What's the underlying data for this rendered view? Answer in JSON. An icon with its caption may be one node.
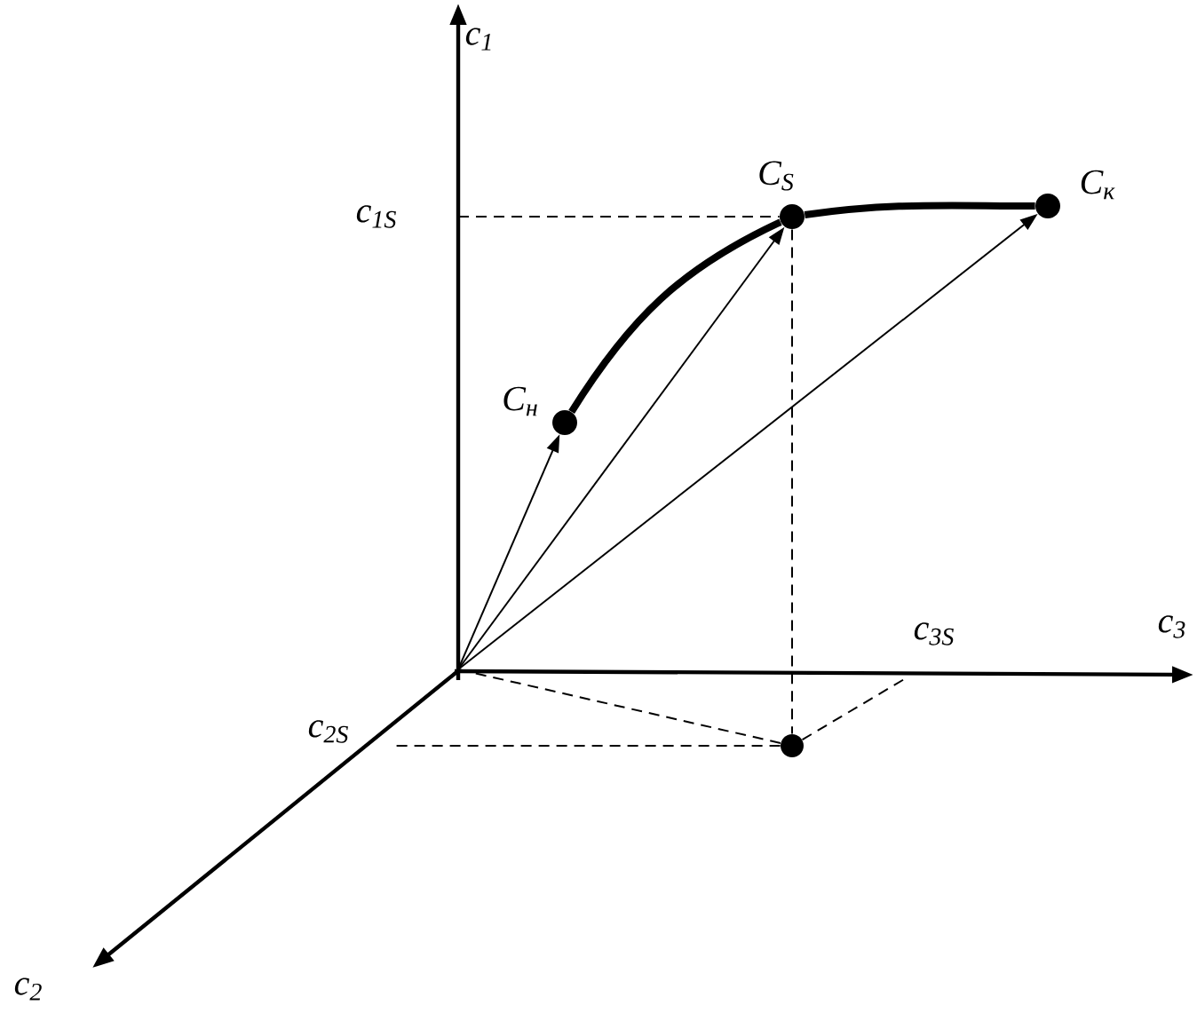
{
  "diagram": {
    "nodes": [
      {
        "text": [],
        "shape": "circle",
        "beside": [
          "C$_{н}$"
        ]
      },
      {
        "text": [],
        "shape": "circle",
        "beside": [
          "C$_{S}$"
        ]
      },
      {
        "text": [],
        "shape": "circle",
        "beside": [
          "C$_{к}$"
        ]
      },
      {
        "text": [],
        "shape": "circle"
      }
    ],
    "edges": [
      {
        "from": null,
        "to": 0,
        "arrow": "to"
      },
      {
        "from": null,
        "to": 1,
        "arrow": "to"
      },
      {
        "from": null,
        "to": 2,
        "arrow": "to"
      },
      {
        "from": 0,
        "to": 1,
        "arrow": "none",
        "style": "thick"
      },
      {
        "from": 1,
        "to": 2,
        "arrow": "none",
        "style": "thick"
      },
      {
        "from": null,
        "to": 1,
        "arrow": "none",
        "style": "dashed"
      },
      {
        "from": 1,
        "to": 3,
        "arrow": "none",
        "style": "dashed"
      },
      {
        "from": 3,
        "to": null,
        "arrow": "none",
        "style": "dashed"
      },
      {
        "from": 3,
        "to": null,
        "arrow": "none",
        "style": "dashed"
      },
      {
        "from": 3,
        "to": null,
        "arrow": "none",
        "style": "dashed"
      }
    ],
    "labels": [
      "c$_{1}$",
      "c$_{1S}$",
      "c$_{3S}$",
      "c$_{3}$",
      "c$_{2S}$",
      "c$_{2}$"
    ]
  }
}
